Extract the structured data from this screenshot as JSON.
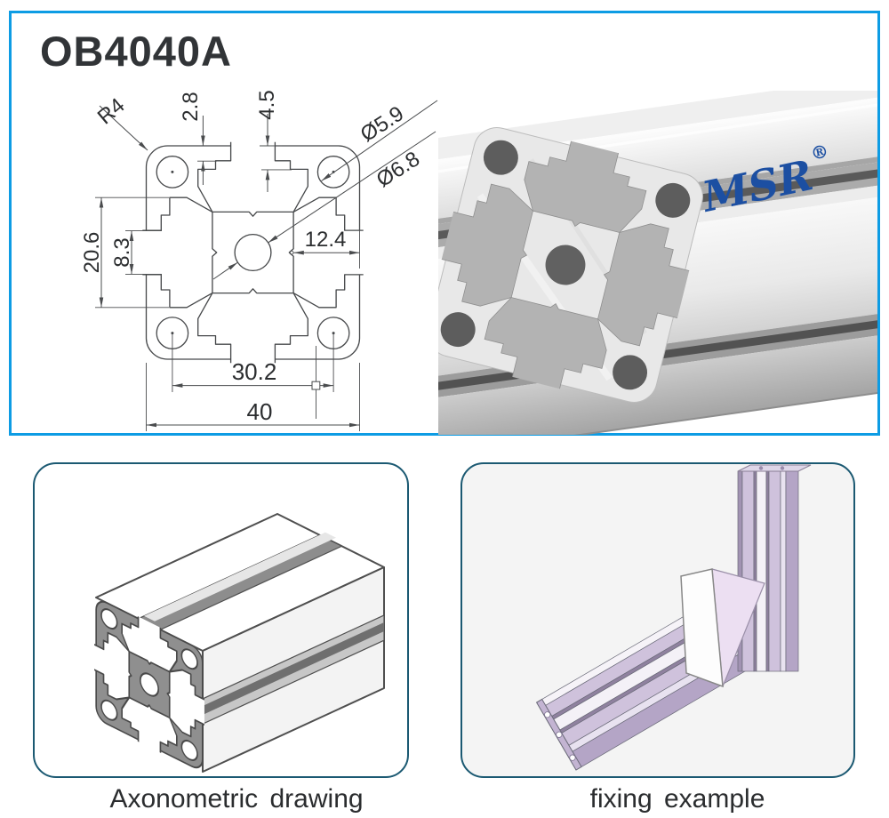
{
  "page": {
    "title": "OB4040A"
  },
  "drawing": {
    "labels": {
      "corner_radius": "R4",
      "slot_lip_depth": "2.8",
      "slot_mouth_depth": "4.5",
      "corner_hole_diameter": "Ø5.9",
      "center_hole_diameter": "Ø6.8",
      "cavity_height": "20.6",
      "slot_opening_width": "8.3",
      "hub_to_edge": "12.4",
      "hole_spacing": "30.2",
      "profile_width": "40"
    }
  },
  "photo": {
    "brand": "MSR",
    "registered_mark": "®"
  },
  "panels": {
    "axonometric_caption": "Axonometric drawing",
    "fixing_caption": "fixing example"
  },
  "colors": {
    "top_frame_blue": "#0d9ce4",
    "panel_frame_teal": "#1b5972",
    "brand_blue": "#1c4fa2",
    "drawing_line": "#4a4c4e",
    "fixing_lavender": "#cfc2dc"
  }
}
